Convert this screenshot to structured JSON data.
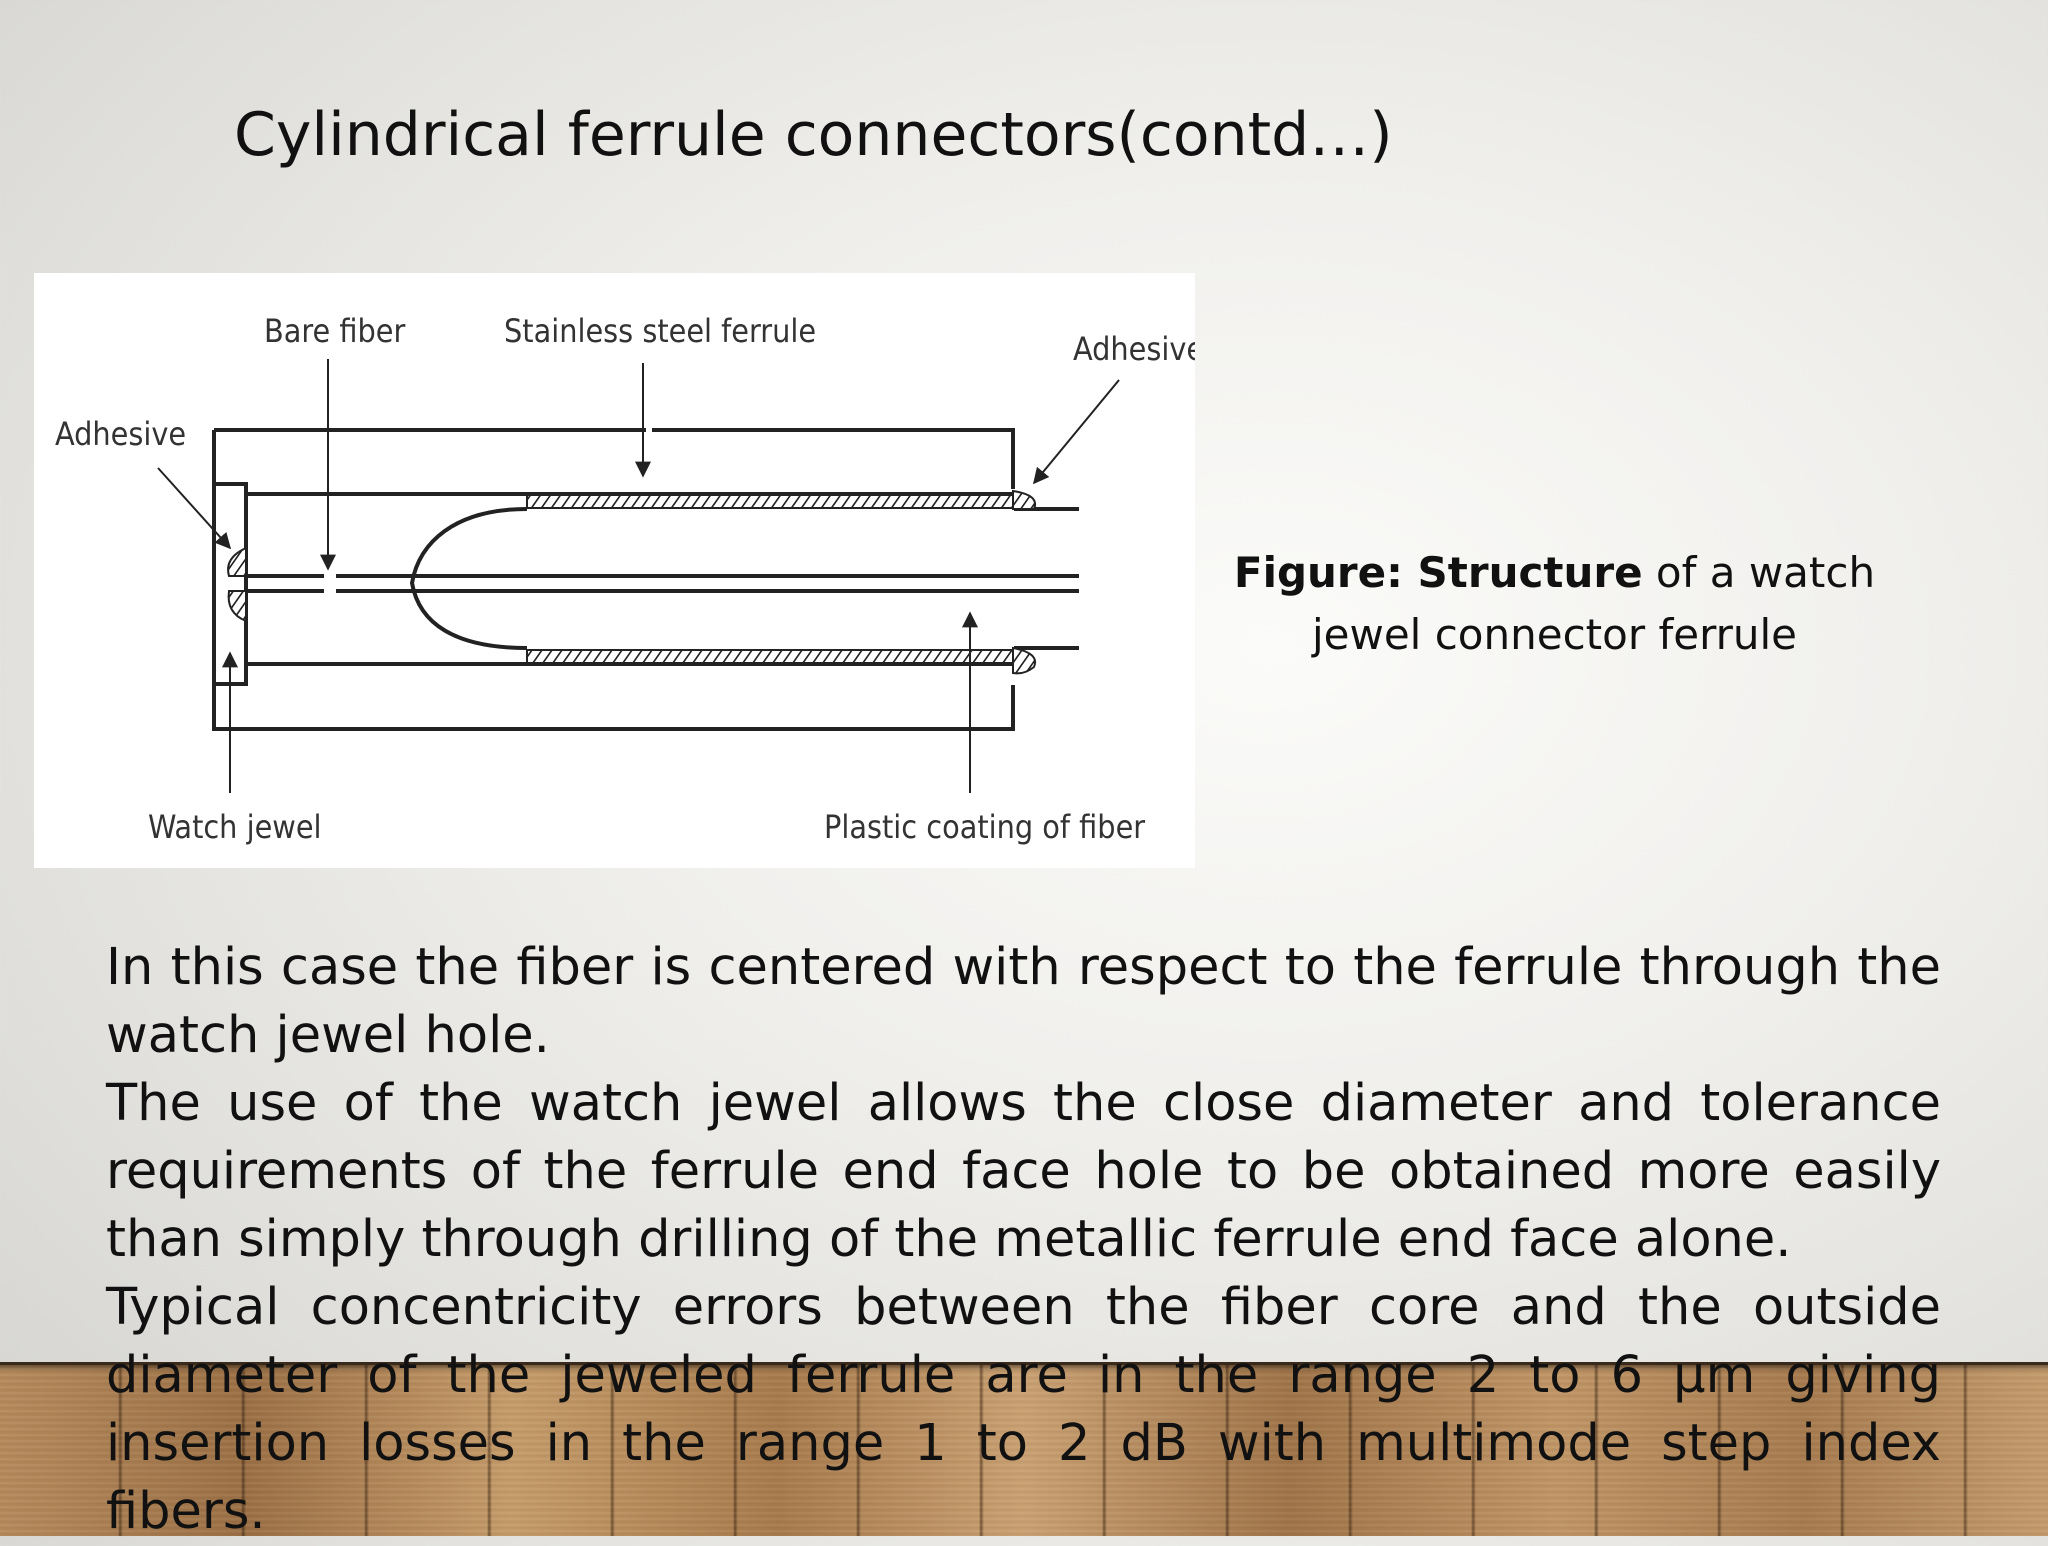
{
  "slide": {
    "title": "Cylindrical ferrule connectors(contd…)"
  },
  "figure": {
    "labels": {
      "bare_fiber": "Bare fiber",
      "stainless_steel_ferrule": "Stainless steel ferrule",
      "adhesive_right": "Adhesive",
      "adhesive_left": "Adhesive",
      "watch_jewel": "Watch jewel",
      "plastic_coating": "Plastic coating of fiber"
    },
    "caption_bold": "Figure: Structure",
    "caption_rest": " of a watch jewel connector ferrule"
  },
  "body": {
    "paragraphs": [
      "In this case the fiber is centered with respect to the ferrule through the watch jewel hole.",
      "The use of the watch jewel allows the close diameter and tolerance requirements of the ferrule end face hole to be obtained more easily than simply through drilling of the metallic ferrule end face alone.",
      "Typical concentricity errors between the fiber core and the outside diameter of the jeweled ferrule are in the range 2 to 6 μm giving insertion losses in the range 1 to 2 dB with multimode step index fibers."
    ]
  }
}
